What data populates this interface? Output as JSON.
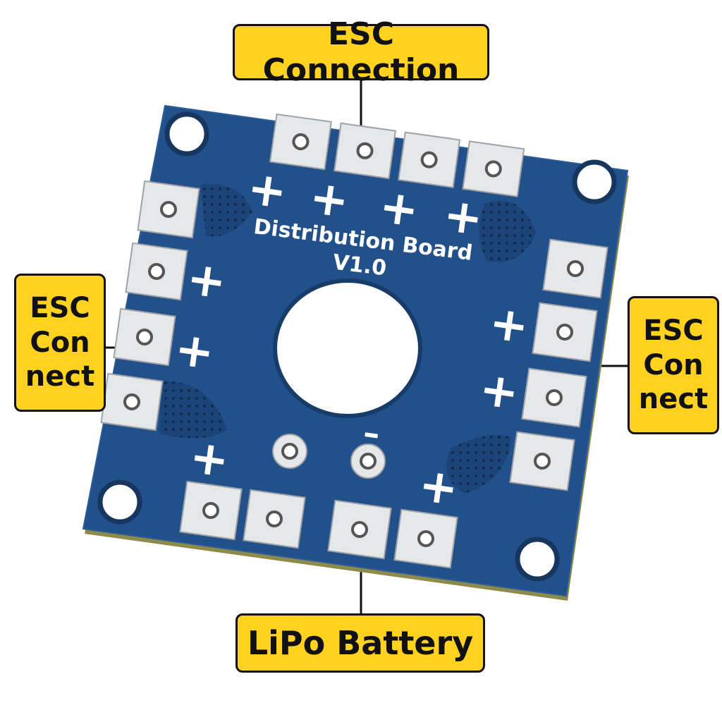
{
  "callouts": {
    "top": "ESC Connection",
    "left": "ESC Connect",
    "right": "ESC Connect",
    "bottom": "LiPo Battery"
  },
  "board": {
    "title": "Distribution Board",
    "version": "V1.0",
    "plus_symbol": "+",
    "minus_symbol": "–"
  },
  "colors": {
    "pcb_blue": "#21508A",
    "pcb_edge": "#8D8A4A",
    "pad_silver": "#E6E7E8",
    "callout_yellow": "#FFD21F",
    "silkscreen": "#FFFFFF"
  }
}
